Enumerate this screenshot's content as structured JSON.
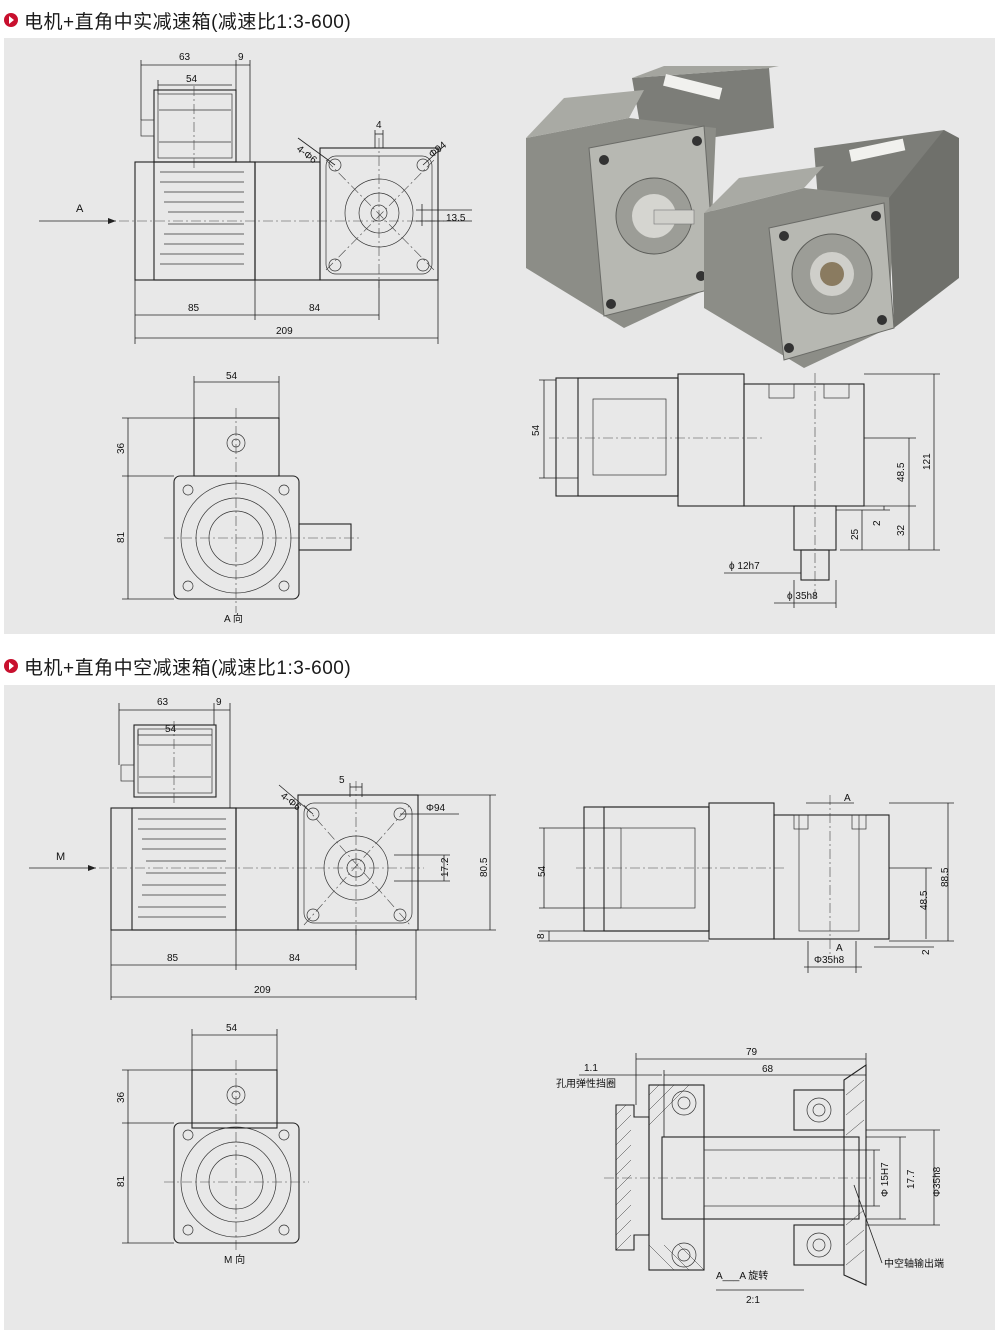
{
  "sections": [
    {
      "title": "电机+直角中实减速箱(减速比1:3-600)"
    },
    {
      "title": "电机+直角中空减速箱(减速比1:3-600)"
    }
  ],
  "solid": {
    "top_view": {
      "view_arrow": "A",
      "dims": {
        "d63": "63",
        "d9": "9",
        "d54": "54",
        "d4": "4",
        "holes": "4-Φ6",
        "pcd": "Φ94",
        "d13_5": "13.5",
        "d85": "85",
        "d84": "84",
        "d209": "209"
      }
    },
    "end_view": {
      "caption": "A 向",
      "dims": {
        "d54": "54",
        "d36": "36",
        "d81": "81"
      }
    },
    "side_view": {
      "dims": {
        "d54": "54",
        "d121": "121",
        "d48_5": "48.5",
        "d2": "2",
        "d25": "25",
        "d32": "32",
        "shaft": "ϕ 12h7",
        "pilot": "ϕ 35h8"
      }
    }
  },
  "hollow": {
    "top_view": {
      "view_arrow": "M",
      "dims": {
        "d63": "63",
        "d9": "9",
        "d54": "54",
        "d5": "5",
        "holes": "4-Φ6",
        "pcd": "Φ94",
        "d17_2": "17.2",
        "d80_5": "80.5",
        "d85": "85",
        "d84": "84",
        "d209": "209"
      }
    },
    "end_view": {
      "caption": "M 向",
      "dims": {
        "d54": "54",
        "d36": "36",
        "d81": "81"
      }
    },
    "side_view": {
      "section_mark": "A",
      "dims": {
        "d54": "54",
        "d8": "8",
        "d88_5": "88.5",
        "d48_5": "48.5",
        "d2": "2",
        "pilot": "Φ35h8"
      }
    },
    "section_view": {
      "dims": {
        "d1_1": "1.1",
        "d79": "79",
        "d68": "68",
        "bore": "Φ 15H7",
        "d17_7": "17.7",
        "pilot": "Φ35h8"
      },
      "label_circlip": "孔用弹性挡圈",
      "label_output": "中空轴输出端",
      "rotate_label": "A___A 旋转",
      "scale": "2:1"
    }
  },
  "colors": {
    "panel": "#e8e8e8",
    "bullet": "#c8102e",
    "motor_body": "#8c8d87",
    "motor_dark": "#5b5c58"
  }
}
